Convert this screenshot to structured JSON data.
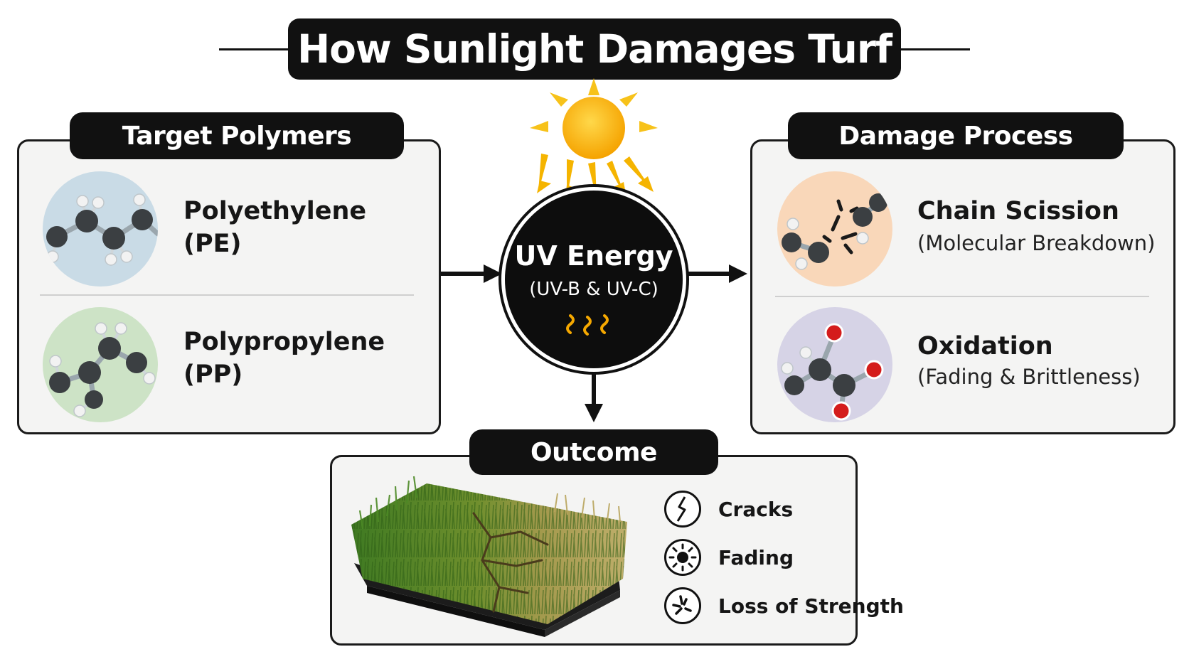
{
  "title": "How Sunlight Damages Turf",
  "target_polymers": {
    "heading": "Target Polymers",
    "items": [
      {
        "name_line1": "Polyethylene",
        "name_line2": "(PE)",
        "icon": "polyethylene-molecule-icon",
        "bg": "#c9dbe6"
      },
      {
        "name_line1": "Polypropylene",
        "name_line2": "(PP)",
        "icon": "polypropylene-molecule-icon",
        "bg": "#cde3c6"
      }
    ]
  },
  "uv": {
    "title": "UV Energy",
    "subtitle": "(UV-B & UV-C)",
    "icon": "uv-wave-icon",
    "accent": "#f5a800"
  },
  "damage_process": {
    "heading": "Damage Process",
    "items": [
      {
        "name": "Chain Scission",
        "detail": "(Molecular Breakdown)",
        "icon": "chain-scission-icon",
        "bg": "#f9d7b9"
      },
      {
        "name": "Oxidation",
        "detail": "(Fading & Brittleness)",
        "icon": "oxidation-molecule-icon",
        "bg": "#d6d3e6"
      }
    ]
  },
  "outcome": {
    "heading": "Outcome",
    "image": "damaged-turf-image",
    "legend": [
      {
        "label": "Cracks",
        "icon": "crack-icon"
      },
      {
        "label": "Fading",
        "icon": "sun-fading-icon"
      },
      {
        "label": "Loss of Strength",
        "icon": "broken-strength-icon"
      }
    ]
  },
  "colors": {
    "sun": "#f7b500",
    "sun_rays": "#f7c21a",
    "ink": "#111111",
    "panel_bg": "#f4f4f3"
  }
}
